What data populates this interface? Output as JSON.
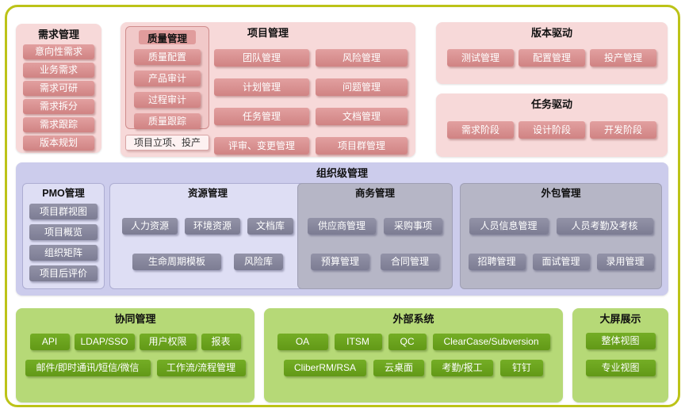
{
  "colors": {
    "frame_border": "#bcc318",
    "panel_pink": "#f7d9d9",
    "chip_rose": "#d08383",
    "panel_purple": "#ccccec",
    "subpanel_light": "#dedef4",
    "subpanel_gray": "#b6b6c6",
    "chip_gray": "#7c7c93",
    "panel_green": "#b6d977",
    "chip_green": "#629917"
  },
  "requirements": {
    "title": "需求管理",
    "items": [
      "意向性需求",
      "业务需求",
      "需求可研",
      "需求拆分",
      "需求跟踪",
      "版本规划"
    ]
  },
  "project": {
    "title": "项目管理",
    "quality": {
      "title": "质量管理",
      "items": [
        "质量配置",
        "产品审计",
        "过程审计",
        "质量跟踪"
      ]
    },
    "init_label": "项目立项、投产",
    "col1": [
      "团队管理",
      "计划管理",
      "任务管理",
      "评审、变更管理"
    ],
    "col2": [
      "风险管理",
      "问题管理",
      "文档管理",
      "项目群管理"
    ]
  },
  "version_driven": {
    "title": "版本驱动",
    "items": [
      "测试管理",
      "配置管理",
      "投产管理"
    ]
  },
  "task_driven": {
    "title": "任务驱动",
    "items": [
      "需求阶段",
      "设计阶段",
      "开发阶段"
    ]
  },
  "org": {
    "title": "组织级管理",
    "pmo": {
      "title": "PMO管理",
      "items": [
        "项目群视图",
        "项目概览",
        "组织矩阵",
        "项目后评价"
      ]
    },
    "resource": {
      "title": "资源管理",
      "row1": [
        "人力资源",
        "环境资源",
        "文档库"
      ],
      "row2": [
        "生命周期模板",
        "风险库"
      ]
    },
    "business": {
      "title": "商务管理",
      "row1": [
        "供应商管理",
        "采购事项"
      ],
      "row2": [
        "预算管理",
        "合同管理"
      ]
    },
    "outsourcing": {
      "title": "外包管理",
      "row1": [
        "人员信息管理",
        "人员考勤及考核"
      ],
      "row2": [
        "招聘管理",
        "面试管理",
        "录用管理"
      ]
    }
  },
  "collaboration": {
    "title": "协同管理",
    "row1": [
      "API",
      "LDAP/SSO",
      "用户权限",
      "报表"
    ],
    "row2": [
      "邮件/即时通讯/短信/微信",
      "工作流/流程管理"
    ]
  },
  "external": {
    "title": "外部系统",
    "row1": [
      "OA",
      "ITSM",
      "QC",
      "ClearCase/Subversion"
    ],
    "row2": [
      "CliberRM/RSA",
      "云桌面",
      "考勤/报工",
      "钉钉"
    ]
  },
  "bigscreen": {
    "title": "大屏展示",
    "items": [
      "整体视图",
      "专业视图"
    ]
  }
}
